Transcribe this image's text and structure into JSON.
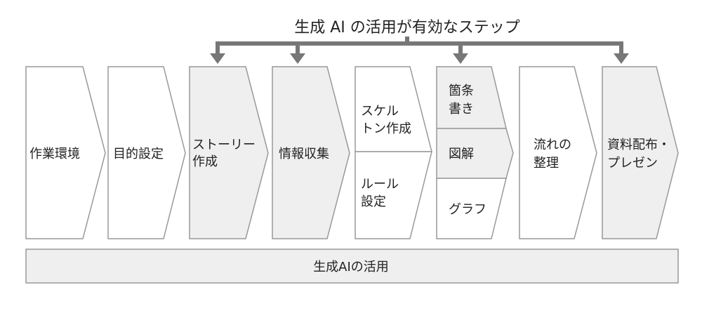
{
  "header": {
    "title": "生成 AI の活用が有効なステップ"
  },
  "colors": {
    "highlight_fill": "#efefef",
    "plain_fill": "#ffffff",
    "stroke": "#999999",
    "arrow": "#777777",
    "text": "#222222"
  },
  "steps": [
    {
      "id": "env",
      "lines": [
        "作業環境"
      ],
      "highlighted": false
    },
    {
      "id": "purpose",
      "lines": [
        "目的設定"
      ],
      "highlighted": false
    },
    {
      "id": "story",
      "lines": [
        "ストーリー",
        "作成"
      ],
      "highlighted": true
    },
    {
      "id": "info",
      "lines": [
        "情報収集"
      ],
      "highlighted": true
    },
    {
      "id": "skeleton",
      "lines": [
        "スケル",
        "トン作成"
      ],
      "highlighted": false
    },
    {
      "id": "rules",
      "lines": [
        "ルール",
        "設定"
      ],
      "highlighted": false
    },
    {
      "id": "bullets",
      "lines": [
        "箇条",
        "書き"
      ],
      "highlighted": true
    },
    {
      "id": "diagram",
      "lines": [
        "図解"
      ],
      "highlighted": true
    },
    {
      "id": "graph",
      "lines": [
        "グラフ"
      ],
      "highlighted": false
    },
    {
      "id": "flow",
      "lines": [
        "流れの",
        "整理"
      ],
      "highlighted": false
    },
    {
      "id": "present",
      "lines": [
        "資料配布・",
        "プレゼン"
      ],
      "highlighted": true
    }
  ],
  "base_bar": {
    "label": "生成AIの活用"
  }
}
